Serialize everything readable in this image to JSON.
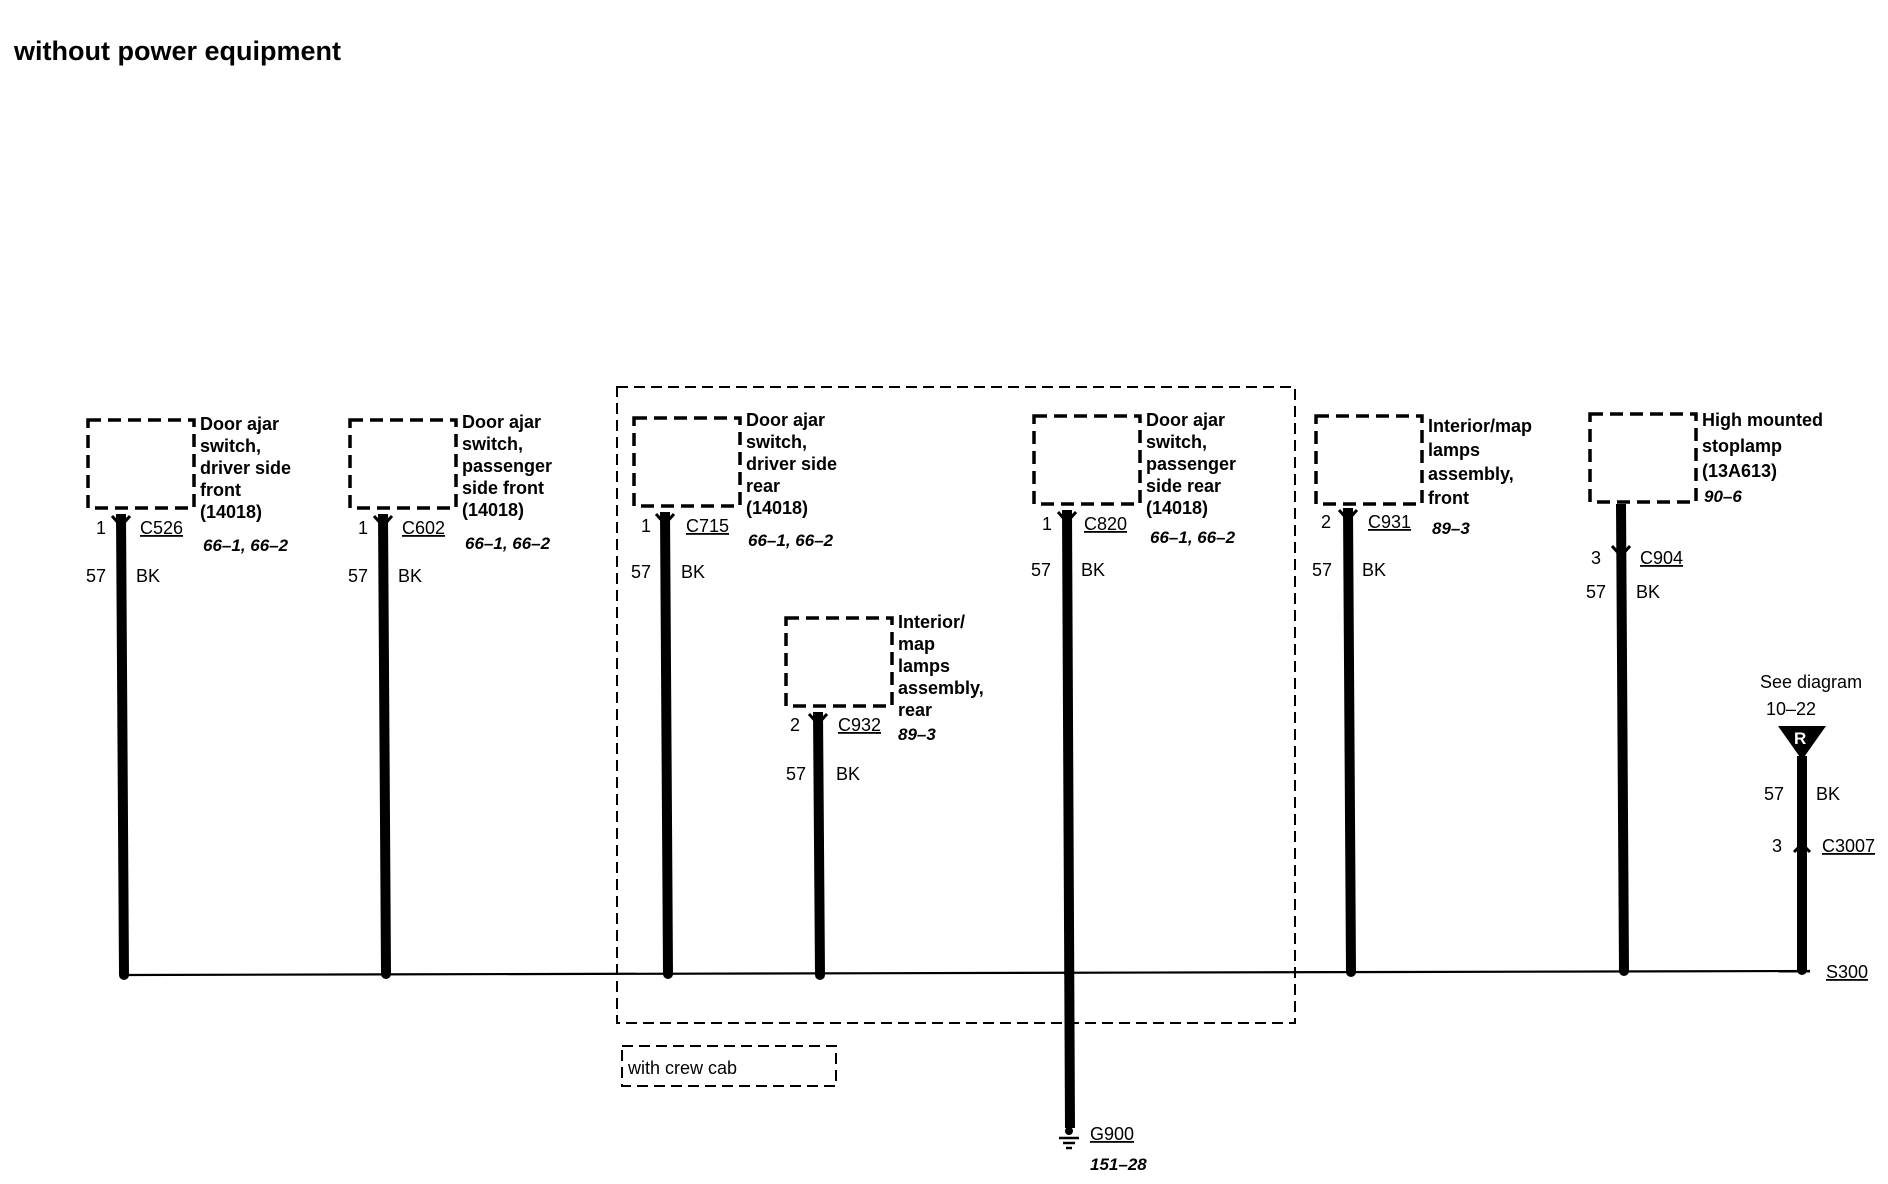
{
  "title": "without power equipment",
  "crew_cab_label": "with crew cab",
  "components": [
    {
      "id": "door-ajar-df",
      "label": [
        "Door ajar",
        "switch,",
        "driver side",
        "front",
        "(14018)"
      ],
      "ref": "66–1, 66–2",
      "pin": "1",
      "connector": "C526",
      "circuit": "57",
      "color": "BK"
    },
    {
      "id": "door-ajar-pf",
      "label": [
        "Door ajar",
        "switch,",
        "passenger",
        "side front",
        "(14018)"
      ],
      "ref": "66–1, 66–2",
      "pin": "1",
      "connector": "C602",
      "circuit": "57",
      "color": "BK"
    },
    {
      "id": "door-ajar-dr",
      "label": [
        "Door ajar",
        "switch,",
        "driver side",
        "rear",
        "(14018)"
      ],
      "ref": "66–1, 66–2",
      "pin": "1",
      "connector": "C715",
      "circuit": "57",
      "color": "BK"
    },
    {
      "id": "map-rear",
      "label": [
        "Interior/",
        "map",
        "lamps",
        "assembly,",
        "rear"
      ],
      "ref": "89–3",
      "pin": "2",
      "connector": "C932",
      "circuit": "57",
      "color": "BK"
    },
    {
      "id": "door-ajar-pr",
      "label": [
        "Door ajar",
        "switch,",
        "passenger",
        "side rear",
        "(14018)"
      ],
      "ref": "66–1, 66–2",
      "pin": "1",
      "connector": "C820",
      "circuit": "57",
      "color": "BK"
    },
    {
      "id": "map-front",
      "label": [
        "Interior/map",
        "lamps",
        "assembly,",
        "front"
      ],
      "ref": "89–3",
      "pin": "2",
      "connector": "C931",
      "circuit": "57",
      "color": "BK"
    },
    {
      "id": "stoplamp",
      "label": [
        "High mounted",
        "stoplamp",
        "(13A613)"
      ],
      "ref": "90–6",
      "pin": "3",
      "connector": "C904",
      "circuit": "57",
      "color": "BK"
    }
  ],
  "right_feed": {
    "see_diagram": "See diagram",
    "see_ref": "10–22",
    "marker": "R",
    "circuit": "57",
    "color": "BK",
    "pin": "3",
    "connector": "C3007",
    "splice": "S300"
  },
  "ground": {
    "name": "G900",
    "ref": "151–28"
  }
}
